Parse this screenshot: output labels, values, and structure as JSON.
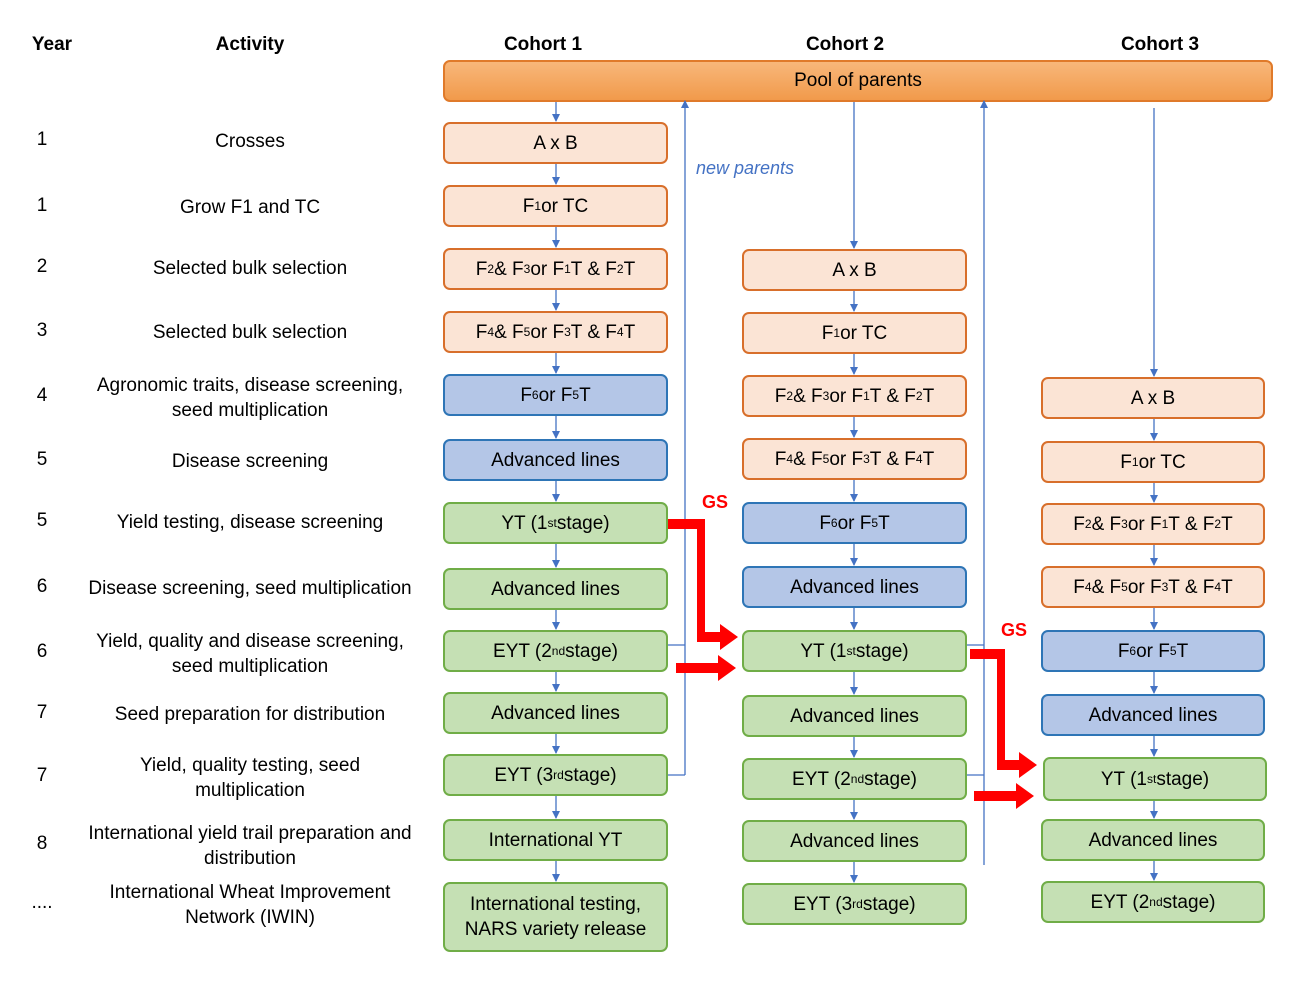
{
  "headers": {
    "year": "Year",
    "activity": "Activity",
    "cohort1": "Cohort 1",
    "cohort2": "Cohort 2",
    "cohort3": "Cohort 3"
  },
  "pool": "Pool of parents",
  "new_parents": "new parents",
  "gs": "GS",
  "rows": [
    {
      "year": "1",
      "activity": "Crosses"
    },
    {
      "year": "1",
      "activity": "Grow F1 and TC"
    },
    {
      "year": "2",
      "activity": "Selected bulk selection"
    },
    {
      "year": "3",
      "activity": "Selected bulk selection"
    },
    {
      "year": "4",
      "activity": "Agronomic traits, disease screening,\nseed multiplication"
    },
    {
      "year": "5",
      "activity": "Disease screening"
    },
    {
      "year": "5",
      "activity": "Yield testing, disease screening"
    },
    {
      "year": "6",
      "activity": "Disease screening, seed multiplication"
    },
    {
      "year": "6",
      "activity": "Yield, quality and disease screening,\nseed multiplication"
    },
    {
      "year": "7",
      "activity": "Seed preparation for distribution"
    },
    {
      "year": "7",
      "activity": "Yield, quality testing, seed\nmultiplication"
    },
    {
      "year": "8",
      "activity": "International yield trail preparation and\ndistribution"
    },
    {
      "year": "....",
      "activity": "International Wheat Improvement\nNetwork (IWIN)"
    }
  ],
  "stages": {
    "axb": "A x B",
    "f1": [
      "F",
      "1",
      " or TC"
    ],
    "f2": [
      "F",
      "2",
      " & F",
      "3",
      " or F",
      "1",
      "T & F",
      "2",
      "T"
    ],
    "f4": [
      "F",
      "4",
      " & F",
      "5",
      " or F",
      "3",
      "T & F",
      "4",
      "T"
    ],
    "f6": [
      "F",
      "6",
      " or F",
      "5",
      "T"
    ],
    "adv": "Advanced lines",
    "yt1": [
      "YT (1",
      "st",
      " stage)"
    ],
    "eyt2": [
      "EYT (2",
      "nd",
      " stage)"
    ],
    "eyt3": [
      "EYT (3",
      "rd",
      " stage)"
    ],
    "intyt": "International YT",
    "intl": "International testing,\nNARS variety release"
  },
  "colors": {
    "cross": "#fbe4d5",
    "selection": "#b4c6e7",
    "yield": "#c5e0b4",
    "pool": "#f4a460",
    "arrow": "#4472c4",
    "gs_arrow": "#ff0000"
  }
}
